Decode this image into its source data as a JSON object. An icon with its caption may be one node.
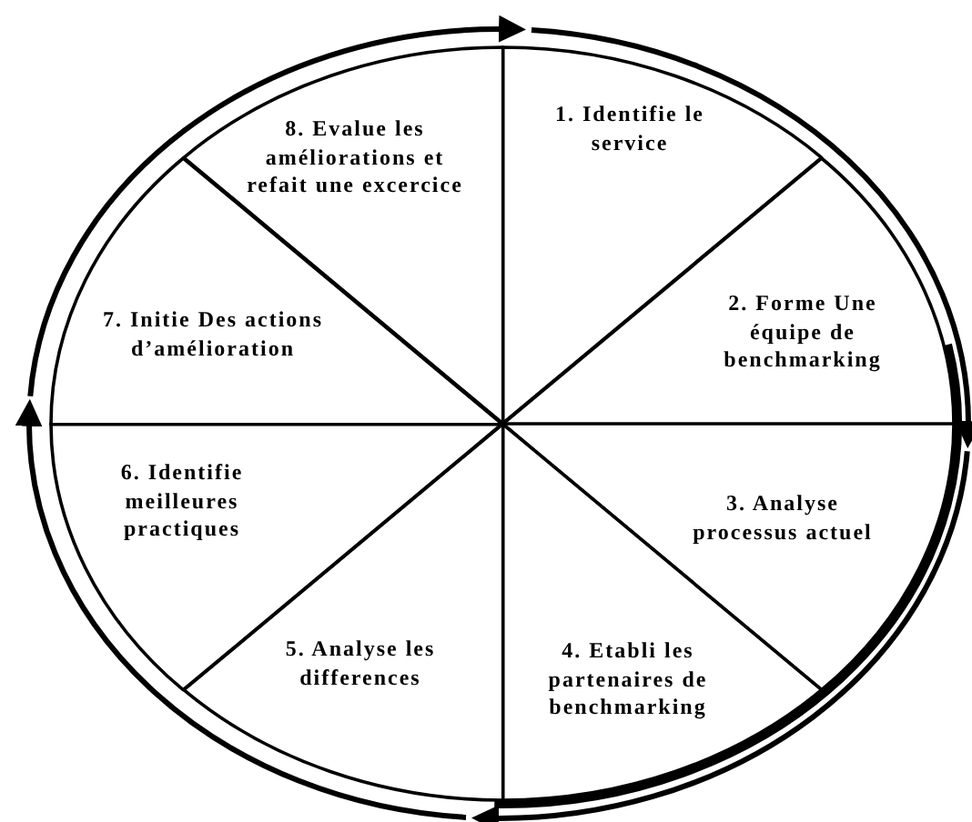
{
  "diagram": {
    "nodes": [
      {
        "text": [
          "1. Identifie le service"
        ]
      },
      {
        "text": [
          "2. Forme Une équipe de benchmarking"
        ]
      },
      {
        "text": [
          "3. Analyse processus actuel"
        ]
      },
      {
        "text": [
          "4. Etabli les partenaires de benchmarking"
        ]
      },
      {
        "text": [
          "5. Analyse les differences"
        ]
      },
      {
        "text": [
          "6. Identifie meilleures practiques"
        ]
      },
      {
        "text": [
          "7. Initie Des actions d’amélioration"
        ]
      },
      {
        "text": [
          "8. Evalue les améliorations et refait une excercice"
        ]
      }
    ],
    "edges": [
      {
        "from": 6,
        "to": 0,
        "arrow": "to"
      },
      {
        "from": 0,
        "to": 2,
        "arrow": "to"
      },
      {
        "from": 2,
        "to": 4,
        "arrow": "to"
      },
      {
        "from": 4,
        "to": 6,
        "arrow": "to"
      }
    ]
  }
}
